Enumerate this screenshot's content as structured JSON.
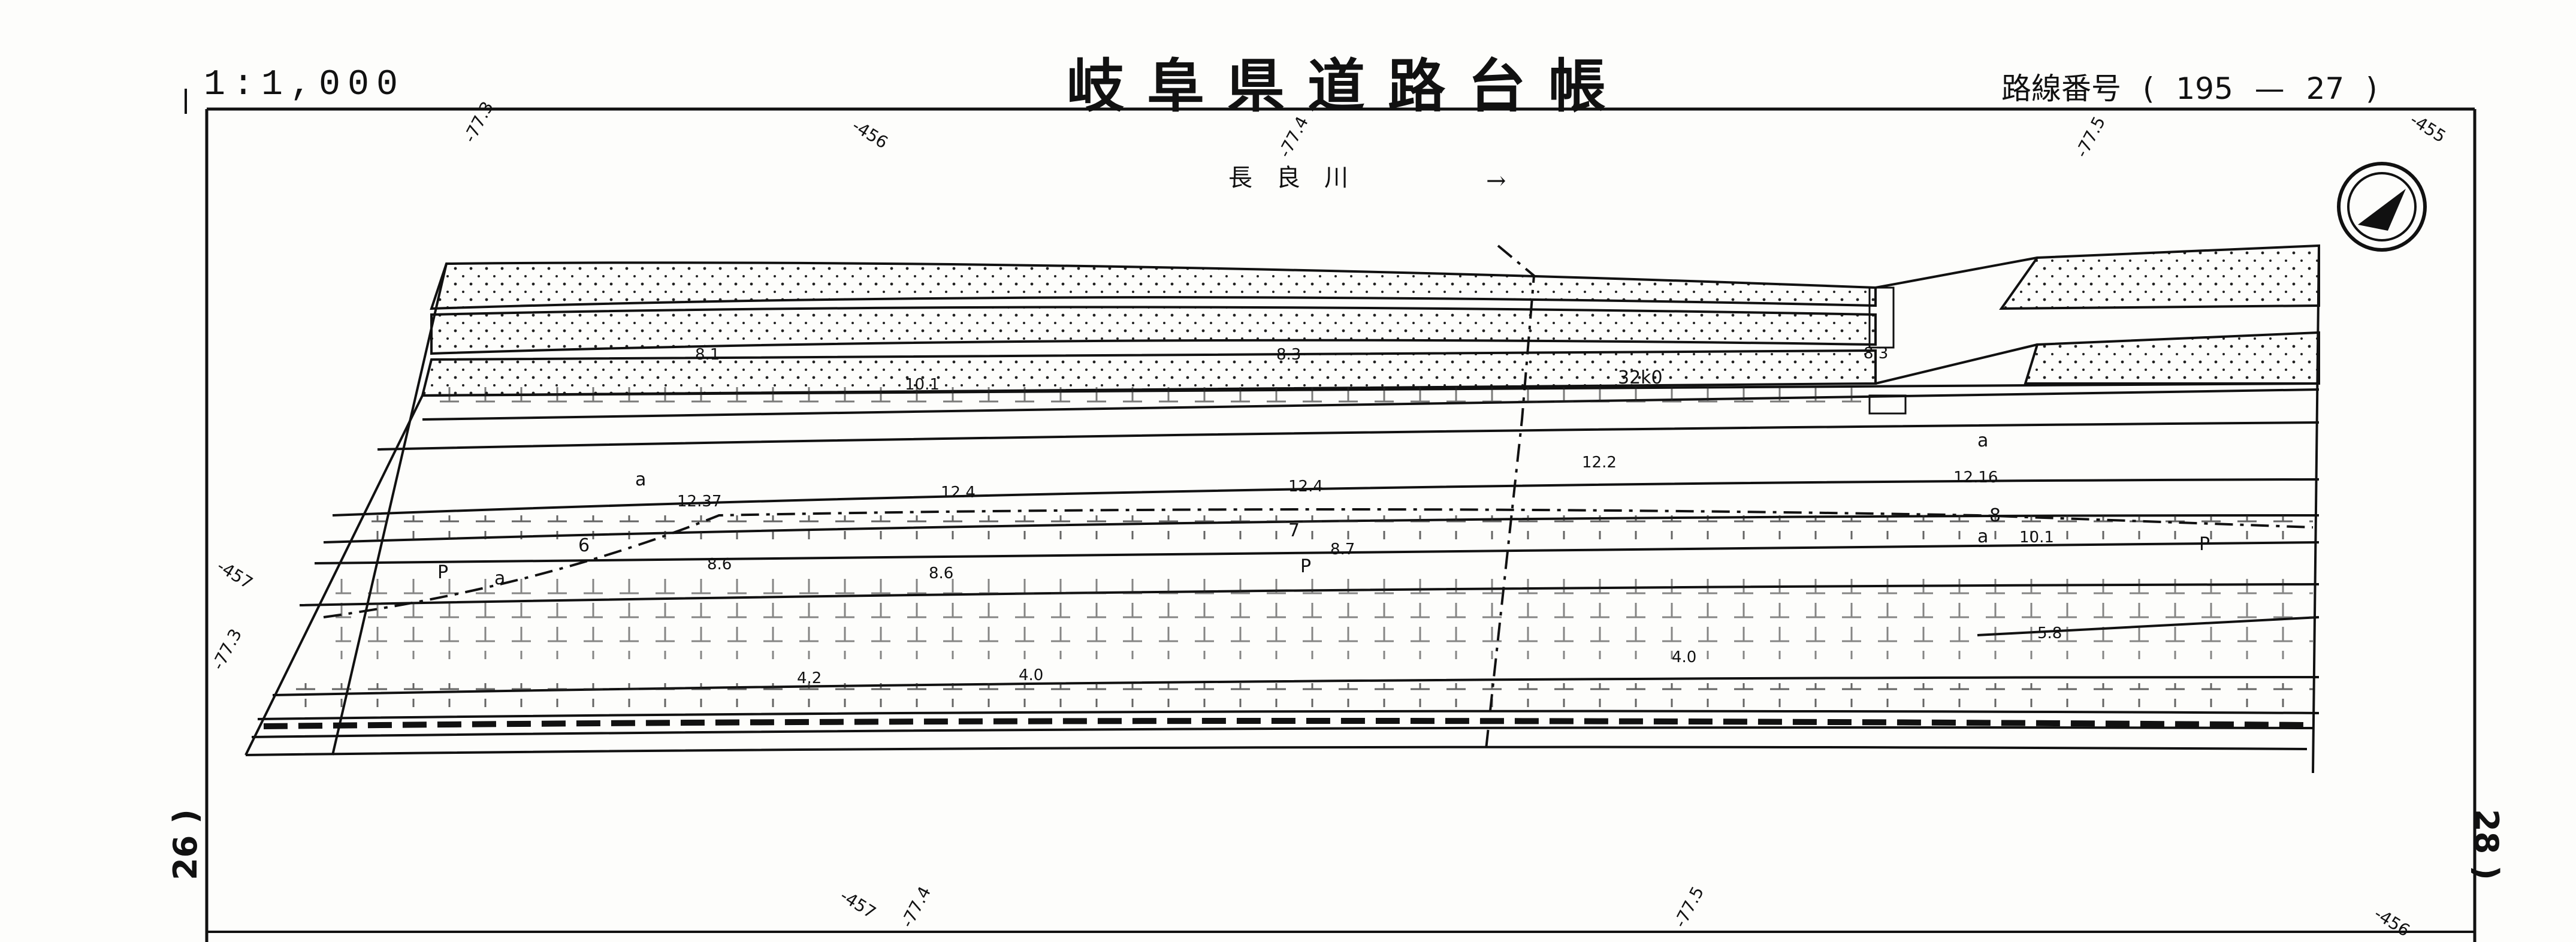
{
  "header": {
    "title": "岐阜県道路台帳",
    "scale": "1:1,000",
    "route_label": "路線番号",
    "route_open": "(",
    "route_number": "195",
    "route_dash": "—",
    "route_sheet": "27",
    "route_close": ")"
  },
  "adjacent_sheets": {
    "left": "26 )",
    "right": "28 )"
  },
  "river": {
    "name": "長　良　川",
    "arrow": "→"
  },
  "distance_marker": "32k0",
  "elevations": {
    "top_left_a": "-77.3",
    "top_mid_a": "-456",
    "top_mid_b": "-77.4",
    "top_right_a": "-77.5",
    "top_right_b": "-455",
    "left_a": "-457",
    "left_b": "-77.3",
    "bottom_a": "-457",
    "bottom_b": "-77.4",
    "bottom_c": "-77.5",
    "bottom_d": "-456"
  },
  "widths": {
    "w81": "8.1",
    "w83a": "8.3",
    "w83b": "8.3",
    "w101": "10.1",
    "w122": "12.2",
    "w1237": "12.37",
    "w124a": "12.4",
    "w124b": "12.4",
    "w1216": "12.16",
    "w86a": "8.6",
    "w86b": "8.6",
    "w87": "8.7",
    "w101b": "10.1",
    "w58": "5.8",
    "w42": "4.2",
    "w40a": "4.0",
    "w40b": "4.0"
  },
  "symbols": {
    "a1": "a",
    "a2": "a",
    "a3": "a",
    "a4": "a",
    "p1": "P",
    "p2": "P",
    "p3": "P",
    "n6": "6",
    "n7": "7",
    "n8": "8"
  },
  "colors": {
    "ink": "#111111",
    "paper": "#fdfdfb"
  },
  "icons": [
    "north-arrow-icon"
  ]
}
